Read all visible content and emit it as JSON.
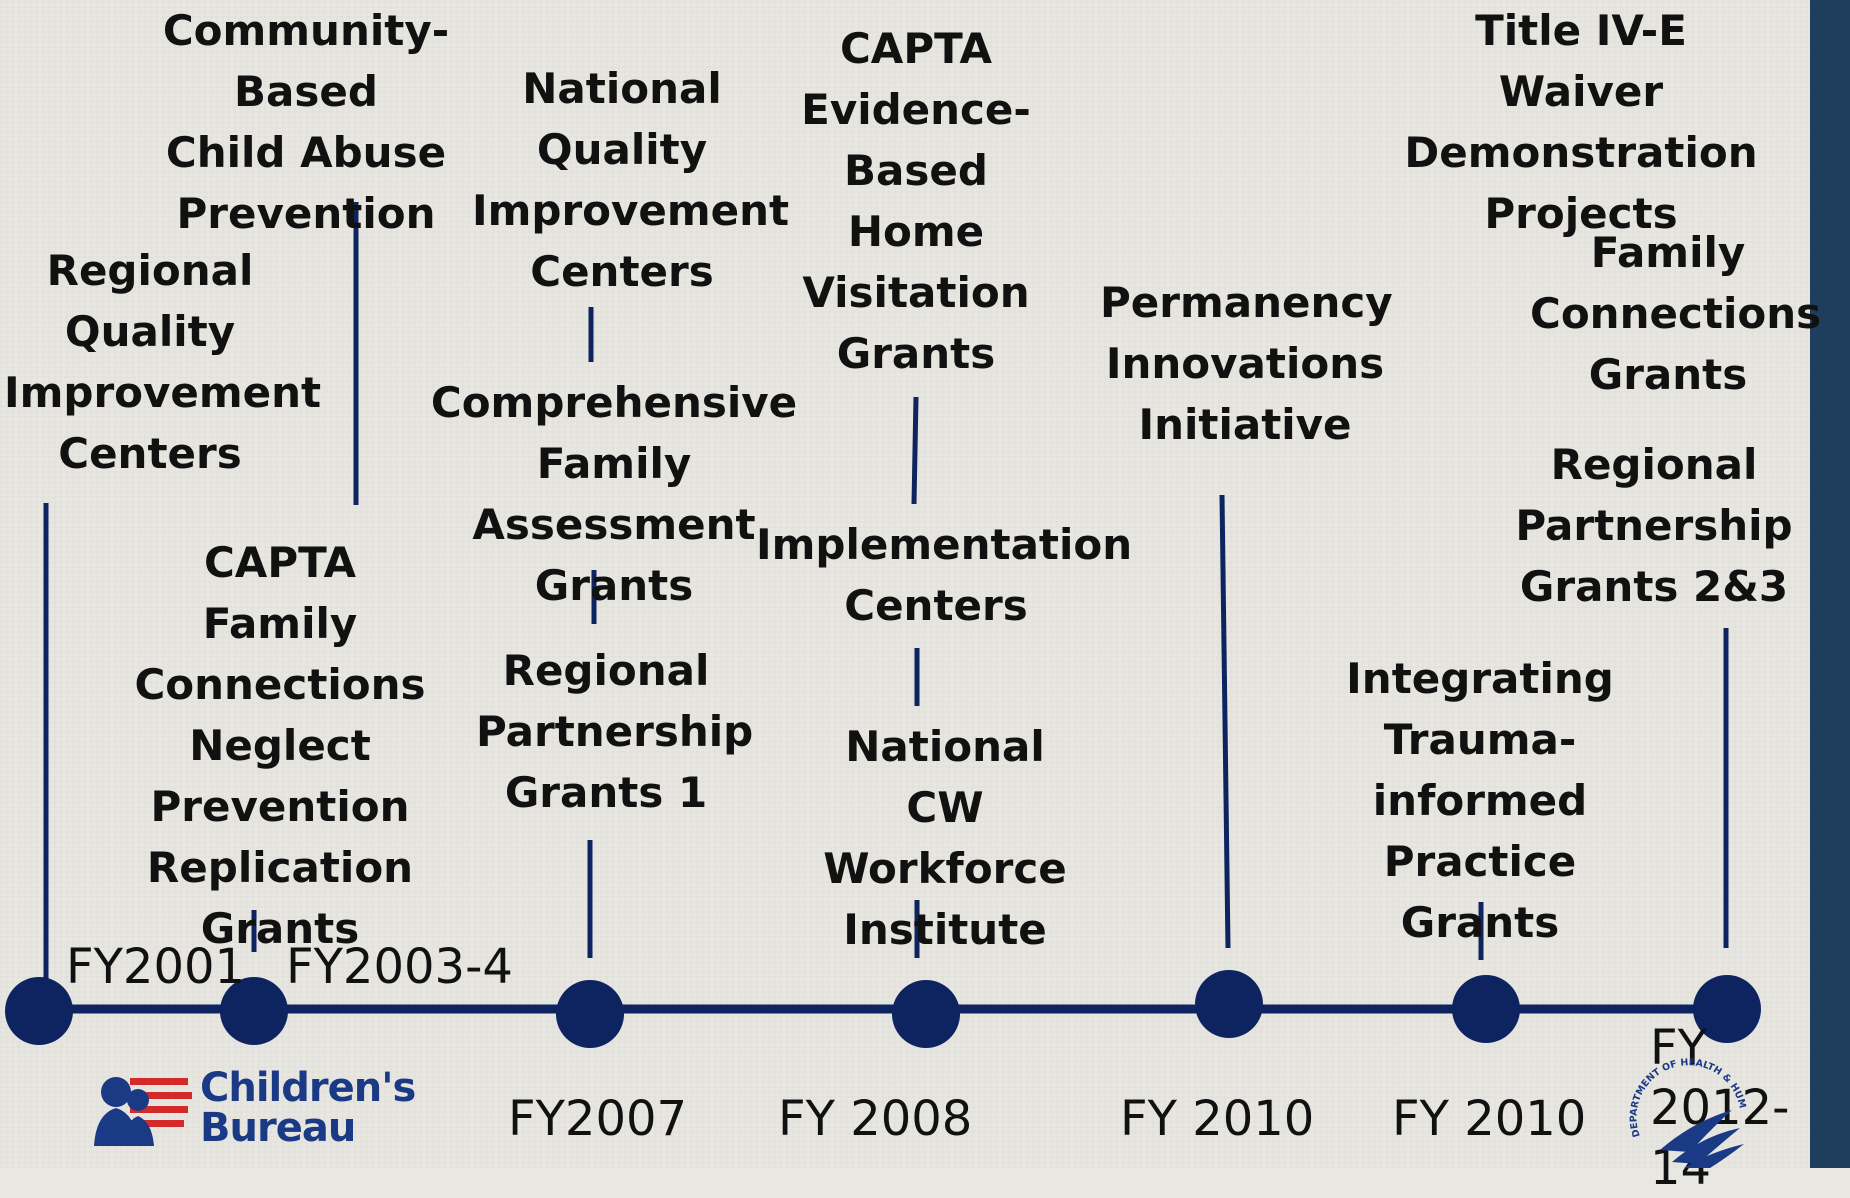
{
  "colors": {
    "line": "#0e2461",
    "dot": "#0e2461",
    "background": "#e8e6e0",
    "right_bar": "#1f3d5c",
    "logo_blue": "#1b3a86",
    "logo_red": "#d42a2a"
  },
  "milestones": [
    "Regional\nQuality\nImprovement\nCenters",
    "Community-Based\nChild Abuse\nPrevention",
    "CAPTA Family\nConnections\nNeglect\nPrevention\nReplication\nGrants",
    "National\nQuality\nImprovement\nCenters",
    "Comprehensive\nFamily Assessment\nGrants",
    "Regional\nPartnership\nGrants 1",
    "CAPTA\nEvidence-\nBased\nHome\nVisitation\nGrants",
    "Implementation\nCenters",
    "National\nCW Workforce\nInstitute",
    "Permanency\nInnovations\nInitiative",
    "Title IV-E Waiver\nDemonstration\nProjects",
    "Family\nConnections\nGrants",
    "Regional\nPartnership\nGrants 2&3",
    "Integrating\nTrauma-\ninformed\nPractice Grants"
  ],
  "years": [
    "FY2001",
    "FY2003-4",
    "FY2007",
    "FY 2008",
    "FY 2010",
    "FY 2010",
    "FY\n2012-14"
  ],
  "logo": {
    "org_line1": "Children's",
    "org_line2": "Bureau",
    "seal_text": "DEPARTMENT OF HEALTH & HUMAN SERVICES · USA",
    "logo_icon": "children-silhouette-flag-icon",
    "seal_icon": "hhs-eagle-seal-icon"
  }
}
